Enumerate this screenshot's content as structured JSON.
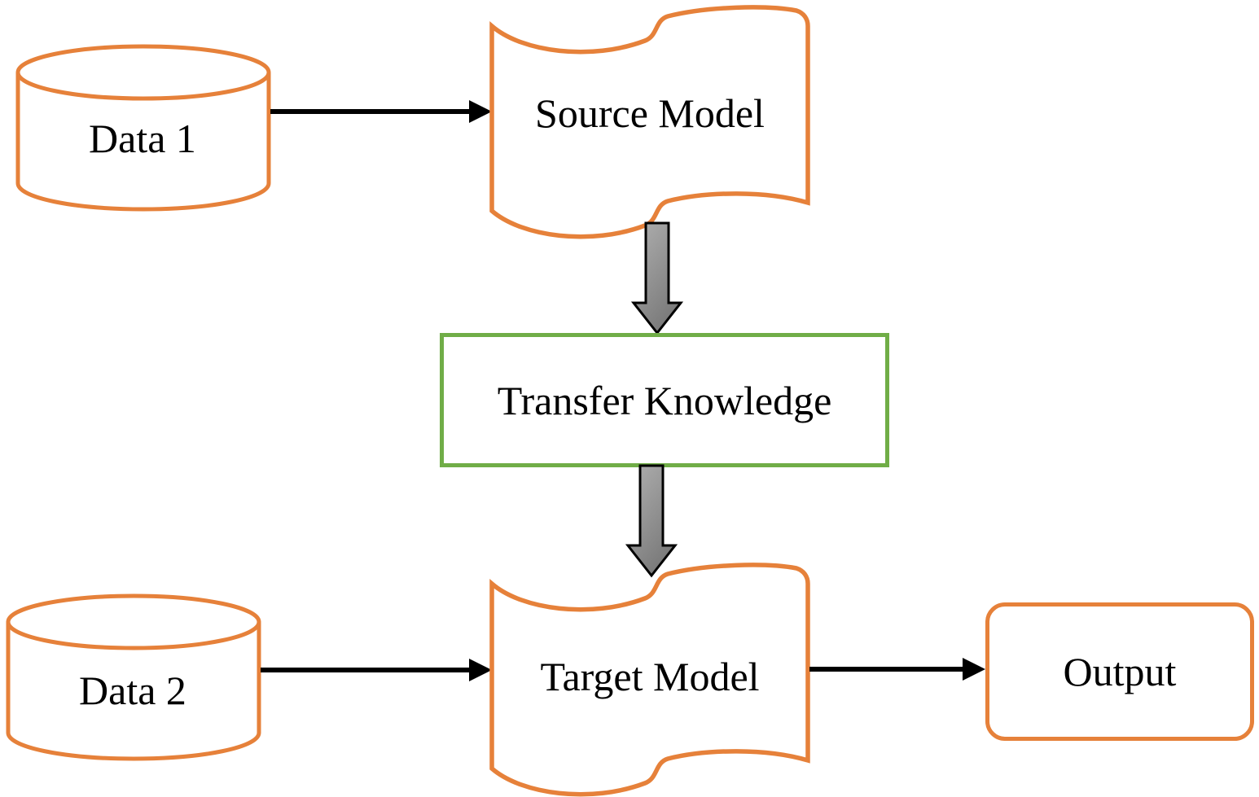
{
  "colors": {
    "orange": "#E6813A",
    "green": "#70AD47",
    "arrow_gray_light": "#B0B0B0",
    "arrow_gray_dark": "#7A7A7A",
    "connector_black": "#000000",
    "background": "#FFFFFF"
  },
  "nodes": {
    "data1": {
      "label": "Data 1",
      "shape": "cylinder"
    },
    "source_model": {
      "label": "Source Model",
      "shape": "wave-document"
    },
    "transfer_knowledge": {
      "label": "Transfer Knowledge",
      "shape": "rectangle"
    },
    "data2": {
      "label": "Data 2",
      "shape": "cylinder"
    },
    "target_model": {
      "label": "Target Model",
      "shape": "wave-document"
    },
    "output": {
      "label": "Output",
      "shape": "rounded-rectangle"
    }
  },
  "edges": [
    {
      "from": "data1",
      "to": "source_model",
      "style": "black-arrow"
    },
    {
      "from": "source_model",
      "to": "transfer_knowledge",
      "style": "gray-block-arrow"
    },
    {
      "from": "transfer_knowledge",
      "to": "target_model",
      "style": "gray-block-arrow"
    },
    {
      "from": "data2",
      "to": "target_model",
      "style": "black-arrow"
    },
    {
      "from": "target_model",
      "to": "output",
      "style": "black-arrow"
    }
  ]
}
